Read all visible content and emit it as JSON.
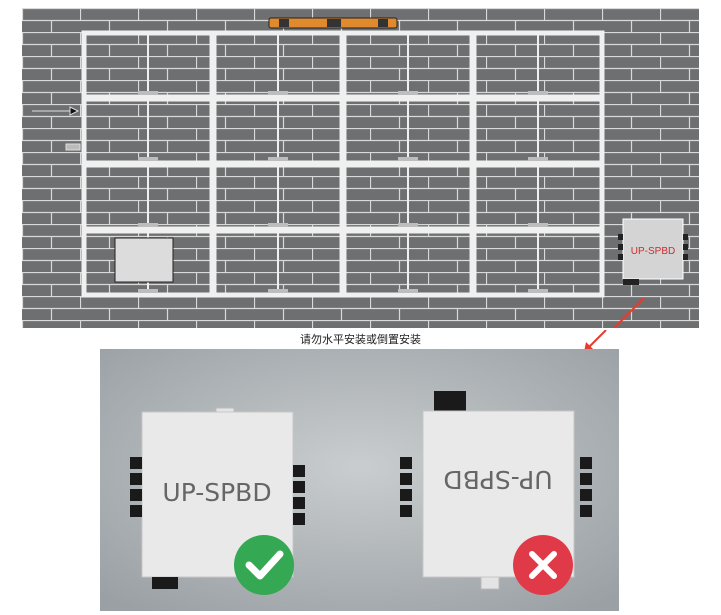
{
  "wall": {
    "box_label": "UP-SPBD",
    "panel_rows": 4,
    "panel_cols": 4,
    "colors": {
      "brick": "#6d6f71",
      "mortar": "#d9d9d9",
      "frame": "#f0f0f0",
      "level": "#e08a2e",
      "arrow": "#e53c2e"
    }
  },
  "caption": "请勿水平安装或倒置安装",
  "photo": {
    "correct": {
      "label": "UP-SPBD",
      "mark": "check-icon",
      "color": "#34a853"
    },
    "wrong": {
      "label": "UP-SPBD",
      "mark": "cross-icon",
      "color": "#e03a48"
    }
  }
}
